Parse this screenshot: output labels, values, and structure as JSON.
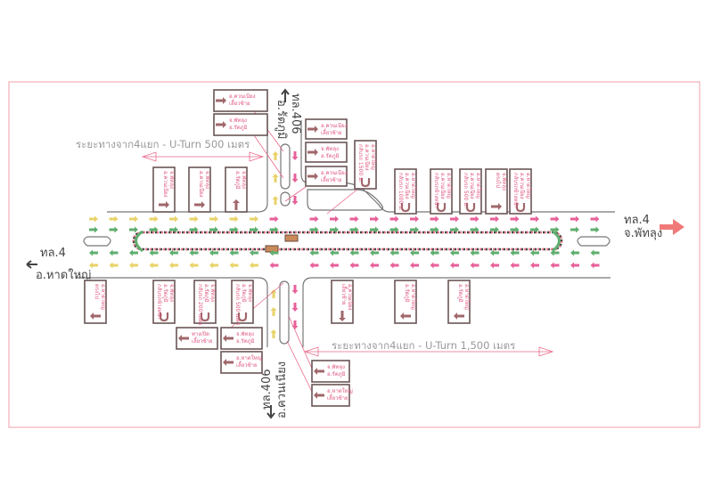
{
  "roads": {
    "east": {
      "route": "ทล.4",
      "destination": "จ.พัทลุง"
    },
    "west": {
      "route": "ทล.4",
      "destination": "อ.หาดใหญ่"
    },
    "north": {
      "route": "ทล.406",
      "destination": "อ.รัตภูมิ"
    },
    "south": {
      "route": "ทล.406",
      "destination": "อ.ควนเนียง"
    }
  },
  "distances": {
    "west": "ระยะทางจาก4แยก - U-Turn 500 เมตร",
    "east": "ระยะทางจาก4แยก - U-Turn 1,500 เมตร"
  },
  "colors": {
    "pink": "#e8609a",
    "green": "#5fae6e",
    "yellow": "#e8d36a",
    "sign_border": "#6a5555",
    "arrow": "#a0676b",
    "accent": "#f07a7a"
  },
  "signs": [
    {
      "lines": [
        "อ.ควนเนียง",
        "เลี้ยวซ้าย"
      ],
      "arrow": "right"
    },
    {
      "lines": [
        "จ.พัทลุง",
        "อ.รัตภูมิ"
      ],
      "arrow": "right"
    },
    {
      "lines": [
        "อ.ควนเนียง",
        "เลี้ยวซ้าย"
      ],
      "arrow": "right"
    },
    {
      "lines": [
        "จ.พัทลุง",
        "อ.รัตภูมิ"
      ],
      "arrow": "right"
    },
    {
      "lines": [
        "อ.ควนเนียง",
        "เลี้ยวซ้าย"
      ],
      "arrow": "right"
    },
    {
      "lines": [
        "อ.หาดใหญ่",
        "อ.ควนเนียง",
        "กลับรถ 1500 ม."
      ],
      "arrow": "uturn"
    },
    {
      "lines": [
        "จ.พัทลุง",
        "อ.ควนเนียง"
      ],
      "arrow": "right"
    },
    {
      "lines": [
        "จ.พัทลุง",
        "อ.ควนเนียง"
      ],
      "arrow": "right"
    },
    {
      "lines": [
        "จ.พัทลุง",
        "อ.รัตภูมิ"
      ],
      "arrow": "up"
    },
    {
      "lines": [
        "อ.หาดใหญ่",
        "อ.ควนเนียง",
        "กลับรถ 1000 ม."
      ],
      "arrow": "uturn"
    },
    {
      "lines": [
        "อ.หาดใหญ่",
        "อ.ควนเนียง",
        "กลับรถข้างหน้า"
      ],
      "arrow": "uturn"
    },
    {
      "lines": [
        "อ.หาดใหญ่",
        "อ.ควนเนียง",
        "กลับรถ 500 ม."
      ],
      "arrow": "uturn"
    },
    {
      "lines": [
        "จ.พัทลุง",
        "ตรงไป"
      ],
      "arrow": "right"
    },
    {
      "lines": [
        "อ.หาดใหญ่",
        "อ.ควนเนียง",
        "กลับรถข้างหน้า"
      ],
      "arrow": "uturn"
    },
    {
      "lines": [
        "อ.หาดใหญ่",
        "ตรงไป"
      ],
      "arrow": "left"
    },
    {
      "lines": [
        "จ.พัทลุง",
        "อ.รัตภูมิ",
        "กลับรถข้างหน้า"
      ],
      "arrow": "uturn"
    },
    {
      "lines": [
        "จ.พัทลุง",
        "อ.รัตภูมิ",
        "กลับรถ 200 เมตร"
      ],
      "arrow": "uturn"
    },
    {
      "lines": [
        "จ.พัทลุง",
        "อ.รัตภูมิ",
        "กลับรถ 500 เมตร"
      ],
      "arrow": "uturn"
    },
    {
      "lines": [
        "ทางเปิด",
        "เลี้ยวซ้าย"
      ],
      "arrow": "left"
    },
    {
      "lines": [
        "จ.พัทลุง",
        "อ.รัตภูมิ"
      ],
      "arrow": "left"
    },
    {
      "lines": [
        "อ.หาดใหญ่",
        "เลี้ยวซ้าย"
      ],
      "arrow": "left"
    },
    {
      "lines": [
        "อ.ควนเนียง",
        "เลี้ยวซ้าย"
      ],
      "arrow": "down"
    },
    {
      "lines": [
        "อ.หาดใหญ่",
        "อ.รัตภูมิ"
      ],
      "arrow": "left"
    },
    {
      "lines": [
        "อ.หาดใหญ่",
        "อ.รัตภูมิ"
      ],
      "arrow": "left"
    },
    {
      "lines": [
        "จ.พัทลุง",
        "อ.รัตภูมิ"
      ],
      "arrow": "left"
    },
    {
      "lines": [
        "อ.หาดใหญ่",
        "เลี้ยวซ้าย"
      ],
      "arrow": "left"
    }
  ]
}
